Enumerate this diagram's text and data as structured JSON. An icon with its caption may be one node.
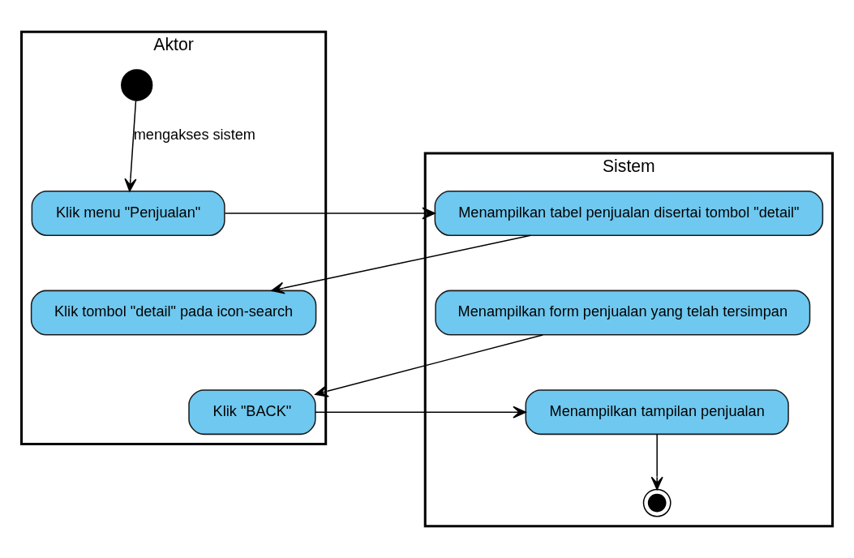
{
  "diagram": {
    "nodes": [
      {
        "text": [
          "Aktor"
        ]
      },
      {
        "text": [
          "Sistem"
        ]
      },
      {
        "text": [],
        "shape": "circle",
        "in": 0
      },
      {
        "text": [
          "Klik menu \"Penjualan\""
        ],
        "in": 0
      },
      {
        "text": [
          "Klik tombol \"detail\" pada icon-search"
        ],
        "in": 0
      },
      {
        "text": [
          "Klik \"BACK\""
        ],
        "in": 0
      },
      {
        "text": [
          "Menampilkan tabel penjualan disertai tombol \"detail\""
        ],
        "in": 1
      },
      {
        "text": [
          "Menampilkan form penjualan yang telah tersimpan"
        ],
        "in": 1
      },
      {
        "text": [
          "Menampilkan tampilan penjualan"
        ],
        "in": 1
      },
      {
        "text": [],
        "shape": "bullseye",
        "in": 1
      }
    ],
    "edges": [
      {
        "from": 2,
        "to": 3,
        "arrow": "to",
        "label": "mengakses sistem"
      },
      {
        "from": 3,
        "to": 6,
        "arrow": "to"
      },
      {
        "from": 6,
        "to": 4,
        "arrow": "to"
      },
      {
        "from": 7,
        "to": 5,
        "arrow": "to"
      },
      {
        "from": 5,
        "to": 8,
        "arrow": "to"
      },
      {
        "from": 8,
        "to": 9,
        "arrow": "to"
      }
    ]
  }
}
